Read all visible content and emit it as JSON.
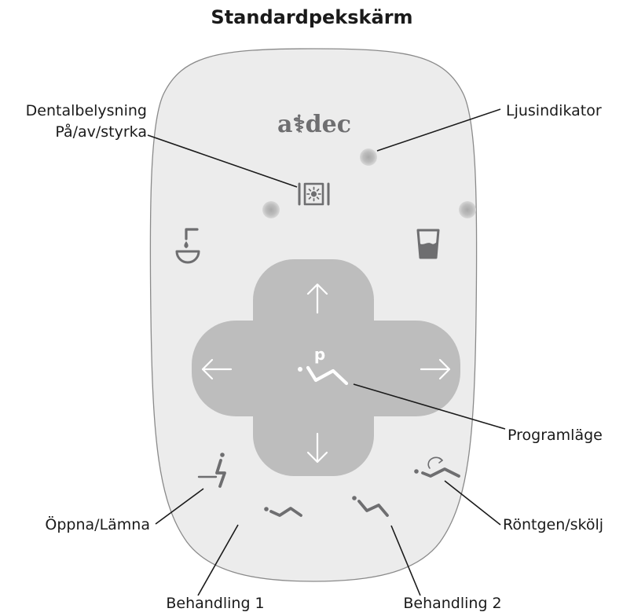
{
  "title": "Standardpekskärm",
  "brand": {
    "logo_text": "a⚕dec"
  },
  "callouts": {
    "dental_light_line1": "Dentalbelysning",
    "dental_light_line2": "På/av/styrka",
    "light_indicator": "Ljusindikator",
    "program_mode": "Programläge",
    "entry_exit": "Öppna/Lämna",
    "xray_rinse": "Röntgen/skölj",
    "treatment_1": "Behandling 1",
    "treatment_2": "Behandling 2"
  },
  "dpad": {
    "center_letter": "p"
  },
  "colors": {
    "panel_fill": "#ececec",
    "panel_stroke": "#8a8a8a",
    "icon": "#6e6e70",
    "cross": "#bdbdbd",
    "indicator": "#c2c2c2"
  }
}
